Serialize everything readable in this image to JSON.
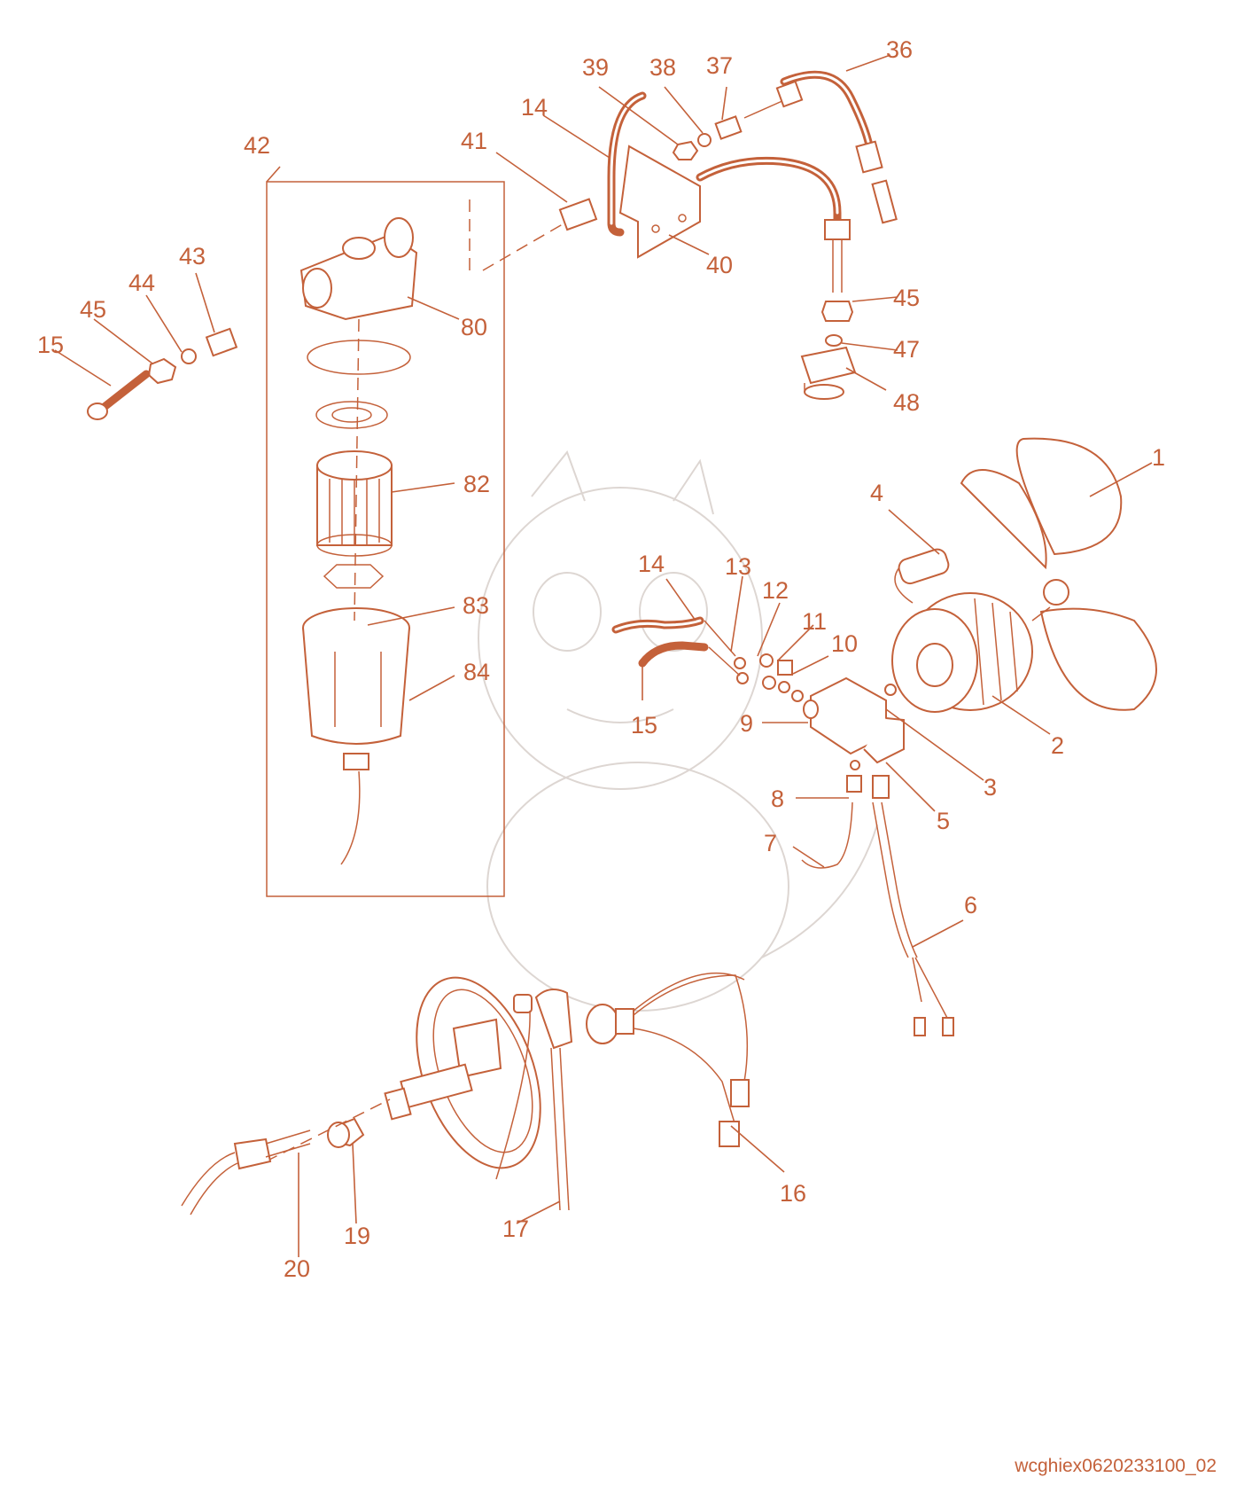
{
  "diagram": {
    "callouts": [
      "1",
      "2",
      "3",
      "4",
      "5",
      "6",
      "7",
      "8",
      "9",
      "10",
      "11",
      "12",
      "13",
      "14",
      "14",
      "15",
      "15",
      "16",
      "17",
      "19",
      "20",
      "36",
      "37",
      "38",
      "39",
      "40",
      "41",
      "42",
      "43",
      "44",
      "45",
      "45",
      "47",
      "48",
      "80",
      "82",
      "83",
      "84"
    ],
    "doc_id": "wcghiex0620233100_02",
    "accent_color": "#c4613a",
    "watermark_icon": "dragon-mascot-icon"
  }
}
